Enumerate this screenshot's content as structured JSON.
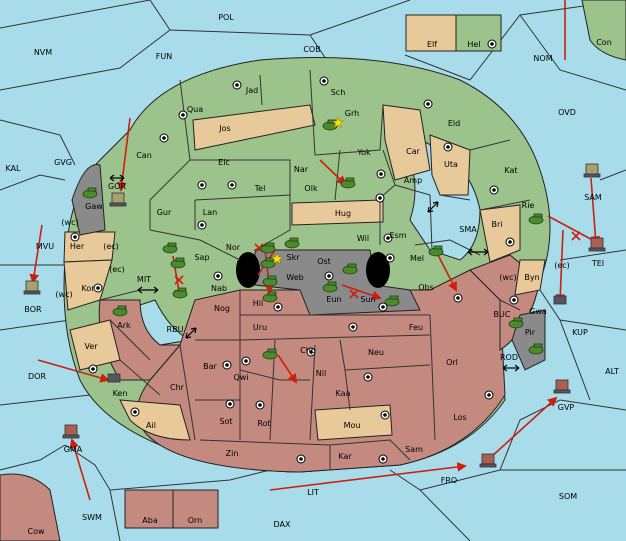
{
  "colors": {
    "sea": "#a9dcea",
    "green": "#9cc38c",
    "tan": "#e8c99a",
    "red": "#c48a80",
    "grey": "#8a8a8a",
    "arrow": "#cc1f10"
  },
  "provinces": {
    "pol": "POL",
    "nvm": "NVM",
    "fun": "FUN",
    "cob": "COB",
    "nom": "NOM",
    "con": "Con",
    "elf": "Elf",
    "hel": "Hel",
    "ovd": "OVD",
    "kal": "KAL",
    "gvg": "GVG",
    "gor": "GOR",
    "gaw": "Gaw",
    "can": "Can",
    "qua": "Qua",
    "jad": "Jad",
    "sch": "Sch",
    "grh": "Grh",
    "jos": "Jos",
    "eld": "Eld",
    "car": "Car",
    "yok": "Yok",
    "uta": "Uta",
    "kat": "Kat",
    "elc": "Elc",
    "nar": "Nar",
    "olk": "Olk",
    "amp": "Amp",
    "tel": "Tel",
    "gur": "Gur",
    "lan": "Lan",
    "hug": "Hug",
    "rie": "Rie",
    "sam": "SAM",
    "bri": "Bri",
    "esm": "Esm",
    "wil": "Wil",
    "sma": "SMA",
    "mvu": "MVU",
    "wc1": "(wc)",
    "her": "Her",
    "ec1": "(ec)",
    "sap": "Sap",
    "nor": "Nor",
    "skr": "Skr",
    "ost": "Ost",
    "web": "Web",
    "mel": "Mel",
    "tei": "TEI",
    "byn": "Byn",
    "wc2": "(wc)",
    "ec2": "(ec)",
    "bor": "BOR",
    "ec3": "(ec)",
    "kor": "Kor",
    "wc3": "(wc)",
    "mit": "MIT",
    "nab": "Nab",
    "hil": "Hil",
    "eun": "Eun",
    "sun": "Sun",
    "obs": "Obs",
    "gwa": "Gwa",
    "ark": "Ark",
    "nog": "Nog",
    "rbu": "RBU",
    "uru": "Uru",
    "feu": "Feu",
    "buc": "BUC",
    "pir": "Pir",
    "kup": "KUP",
    "ver": "Ver",
    "chp": "Chp",
    "neu": "Neu",
    "orl": "Orl",
    "dor": "DOR",
    "bar": "Bar",
    "qwi": "Qwi",
    "nil": "Nil",
    "rod": "ROD",
    "alt": "ALT",
    "ken": "Ken",
    "chr": "Chr",
    "kaa": "Kaa",
    "gvp": "GVP",
    "sot": "Sot",
    "rot": "Rot",
    "ail": "Ail",
    "mou": "Mou",
    "los": "Los",
    "gma": "GMA",
    "zin": "Zin",
    "kar": "Kar",
    "sam2": "Sam",
    "fro": "FRO",
    "lit": "LIT",
    "som": "SOM",
    "swm": "SWM",
    "aba": "Aba",
    "orn": "Orn",
    "dax": "DAX",
    "cow": "Cow"
  }
}
